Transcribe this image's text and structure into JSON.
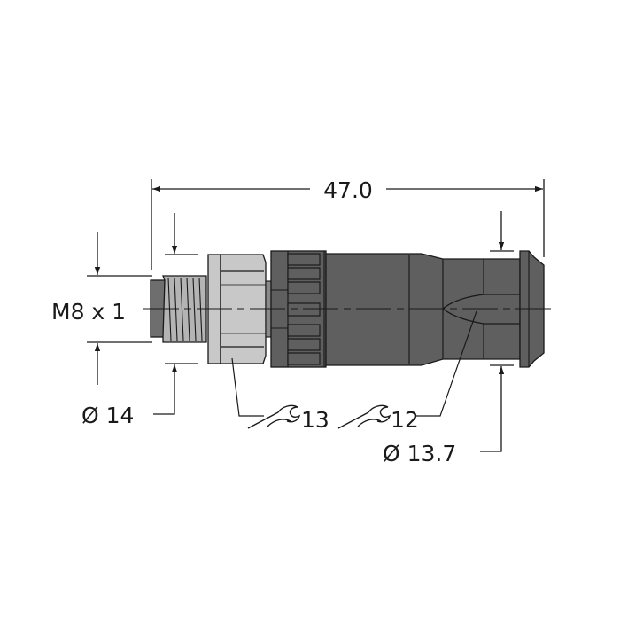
{
  "drawing": {
    "title": "M8 male connector dimensional drawing",
    "colors": {
      "background": "#ffffff",
      "line": "#1a1a1a",
      "light_metal": "#c8c8c8",
      "thread": "#b4b4b4",
      "dark_body": "#5f5f5f",
      "nose": "#6e6e6e"
    }
  },
  "dimensions": {
    "overall_length": "47.0",
    "thread": "M8 x 1",
    "nut_diameter": "Ø 14",
    "wrench_nut": "13",
    "wrench_body": "12",
    "cable_diameter": "Ø 13.7"
  },
  "icons": {
    "wrench_nut": "wrench-icon",
    "wrench_body": "wrench-icon"
  }
}
